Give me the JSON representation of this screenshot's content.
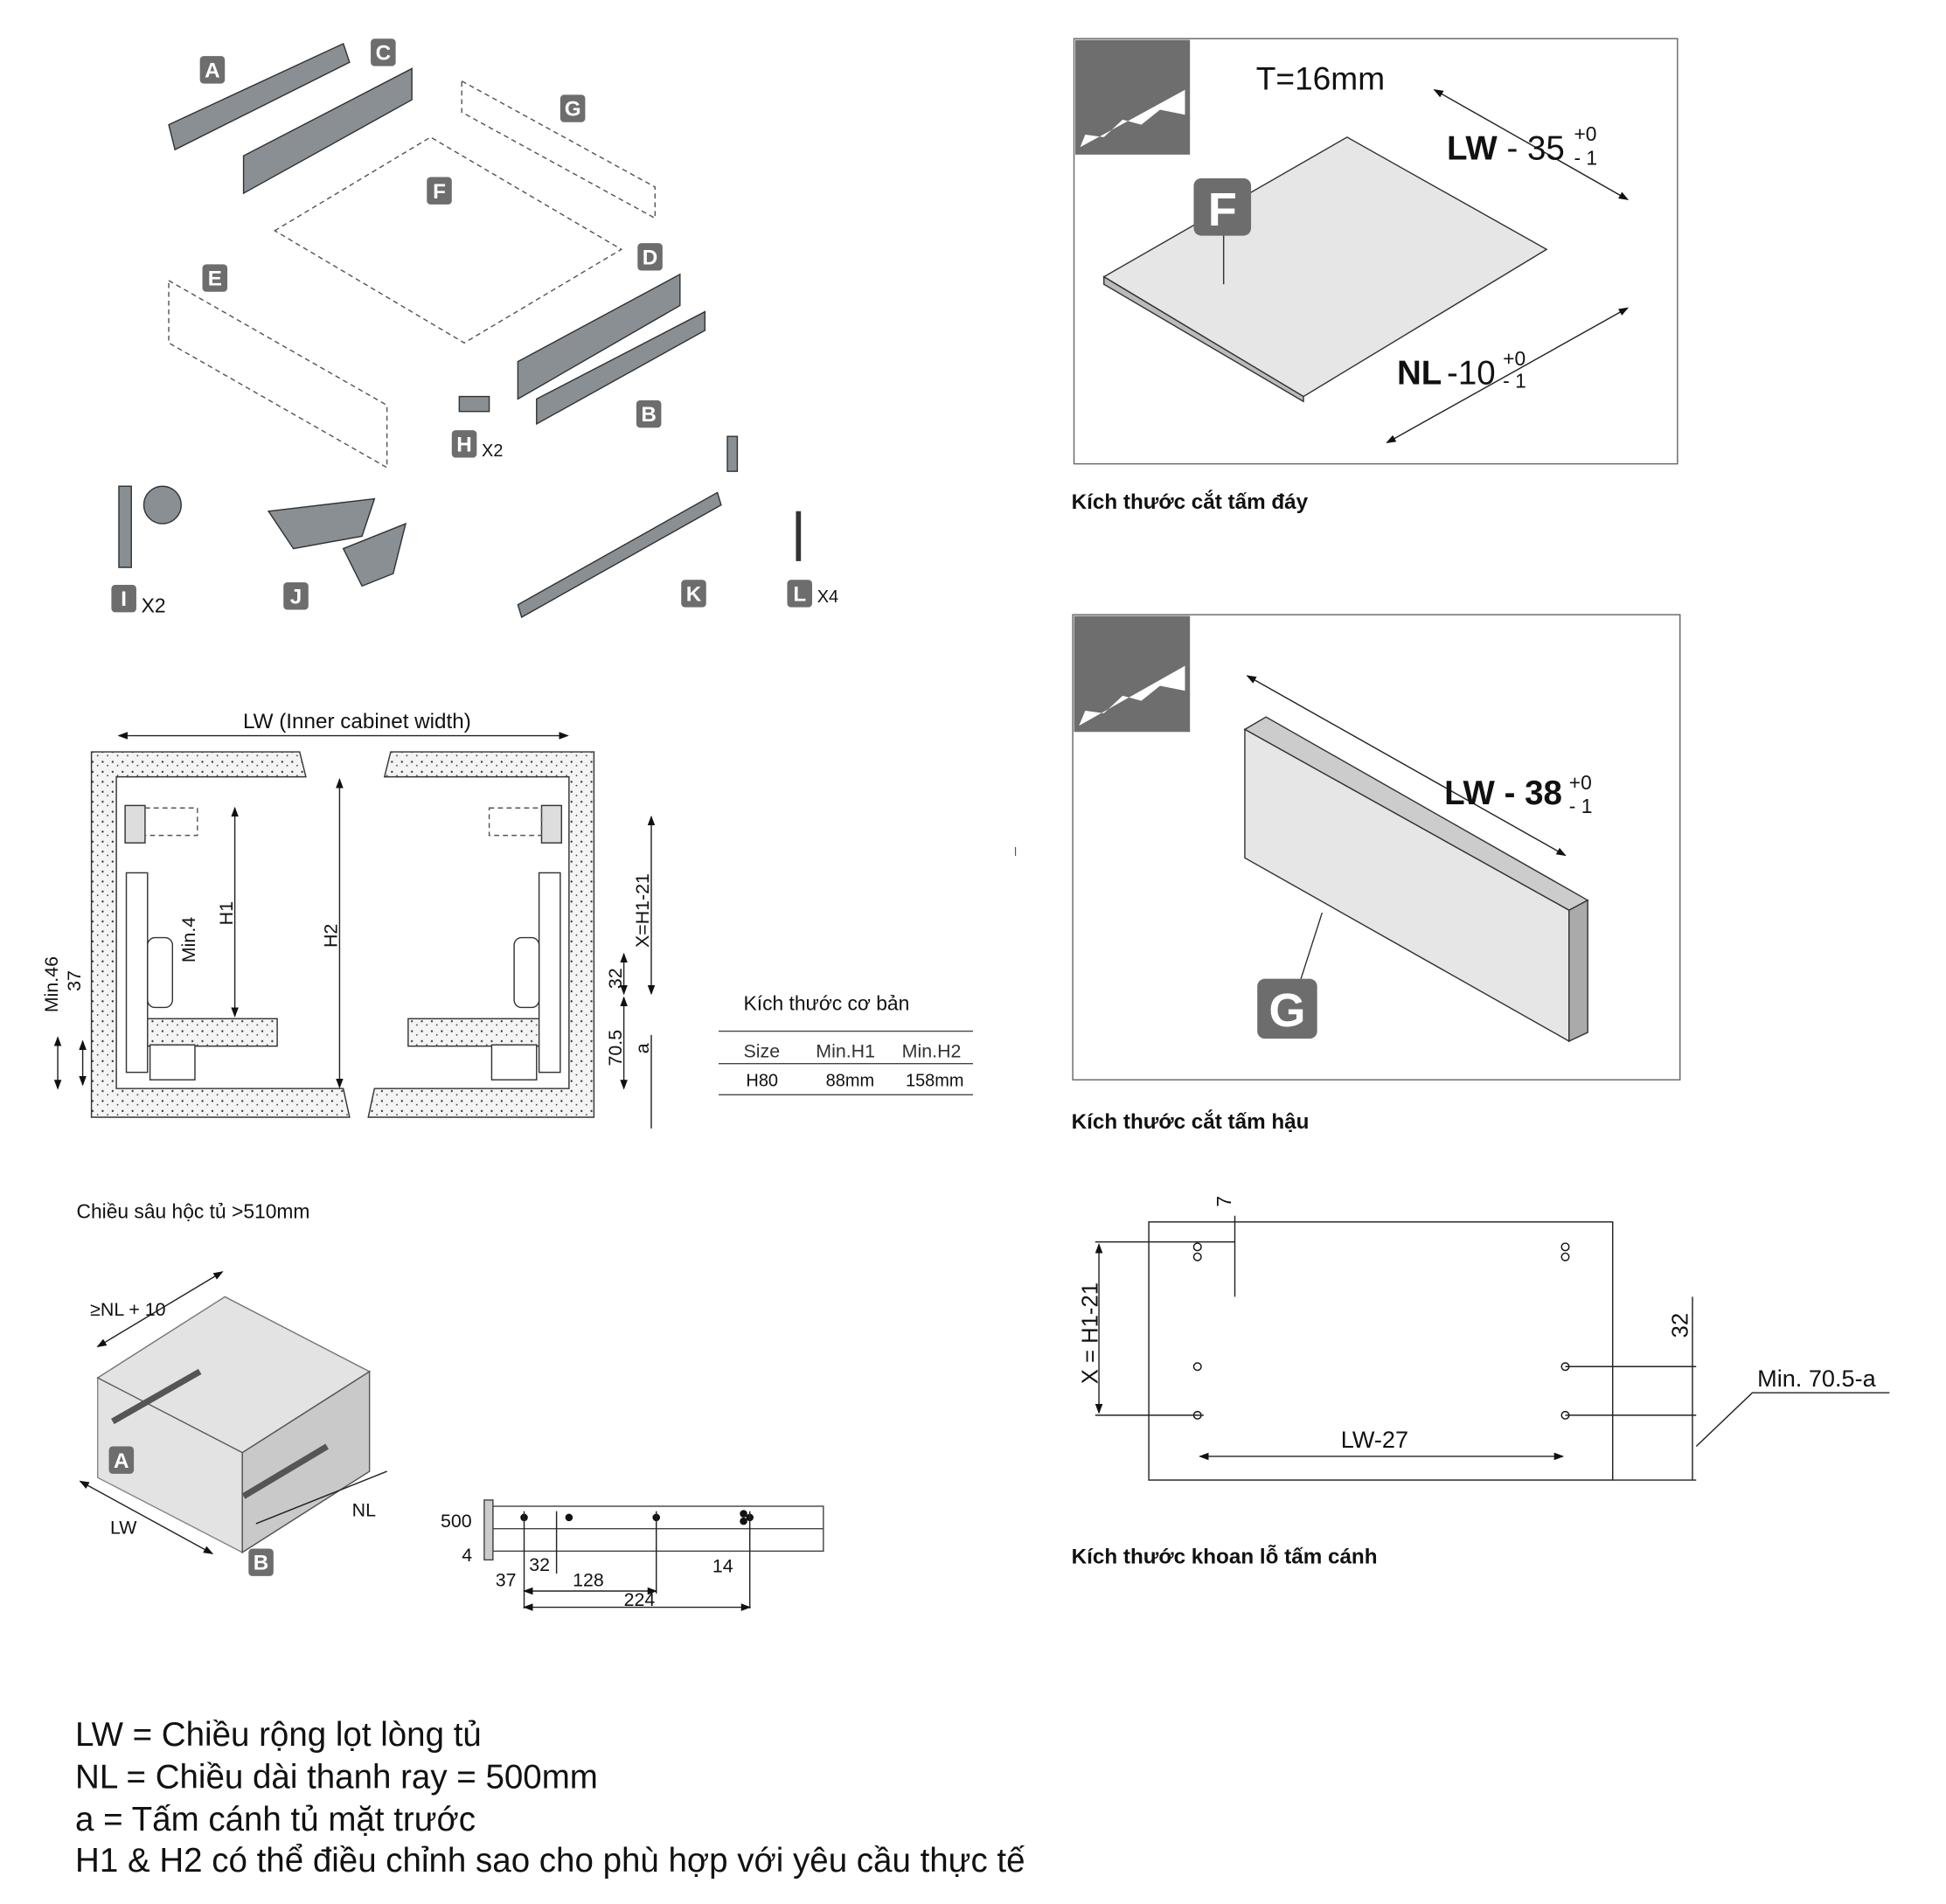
{
  "parts": {
    "labels": [
      "A",
      "B",
      "C",
      "D",
      "E",
      "F",
      "G",
      "H",
      "I",
      "J",
      "K",
      "L"
    ],
    "h_qty": "X2",
    "i_qty": "X2",
    "l_qty": "X4"
  },
  "bottom_panel": {
    "thickness": "T=16mm",
    "badge": "F",
    "lw_dim": "LW",
    "lw_minus": "- 35",
    "lw_tol_plus": "+0",
    "lw_tol_minus": "- 1",
    "nl_dim": "NL",
    "nl_minus": "-10",
    "nl_tol_plus": "+0",
    "nl_tol_minus": "- 1",
    "caption": "Kích thước cắt tấm đáy"
  },
  "back_panel": {
    "badge": "G",
    "lw_dim": "LW - 38",
    "lw_tol_plus": "+0",
    "lw_tol_minus": "- 1",
    "caption": "Kích thước cắt tấm hậu"
  },
  "section": {
    "lw_label": "LW (Inner cabinet width)",
    "h1": "H1",
    "h2": "H2",
    "min4": "Min.4",
    "min46": "Min.46",
    "d37": "37",
    "x_label": "X=H1-21",
    "d32": "32",
    "d70_5": "70.5",
    "a": "a"
  },
  "basic_table": {
    "title": "Kích thước cơ bản",
    "headers": [
      "Size",
      "Min.H1",
      "Min.H2"
    ],
    "rows": [
      [
        "H80",
        "88mm",
        "158mm"
      ]
    ]
  },
  "depth": {
    "title": "Chiều sâu hộc tủ >510mm",
    "nl_plus": "≥NL + 10",
    "lw": "LW",
    "nl": "NL",
    "a": "A",
    "b": "B"
  },
  "rail": {
    "len": "500",
    "d4": "4",
    "d32": "32",
    "d37": "37",
    "d128": "128",
    "d224": "224",
    "d14": "14"
  },
  "drill": {
    "d7": "7",
    "x_label": "X = H1-21",
    "d32": "32",
    "min": "Min. 70.5-a",
    "lw27": "LW-27",
    "caption": "Kích thước khoan lỗ tấm cánh"
  },
  "notes": [
    "LW = Chiều rộng lọt lòng tủ",
    "NL = Chiều dài thanh ray = 500mm",
    "a = Tấm cánh tủ mặt trước",
    "H1 & H2 có thể điều chỉnh sao cho phù hợp với yêu cầu thực tế"
  ]
}
